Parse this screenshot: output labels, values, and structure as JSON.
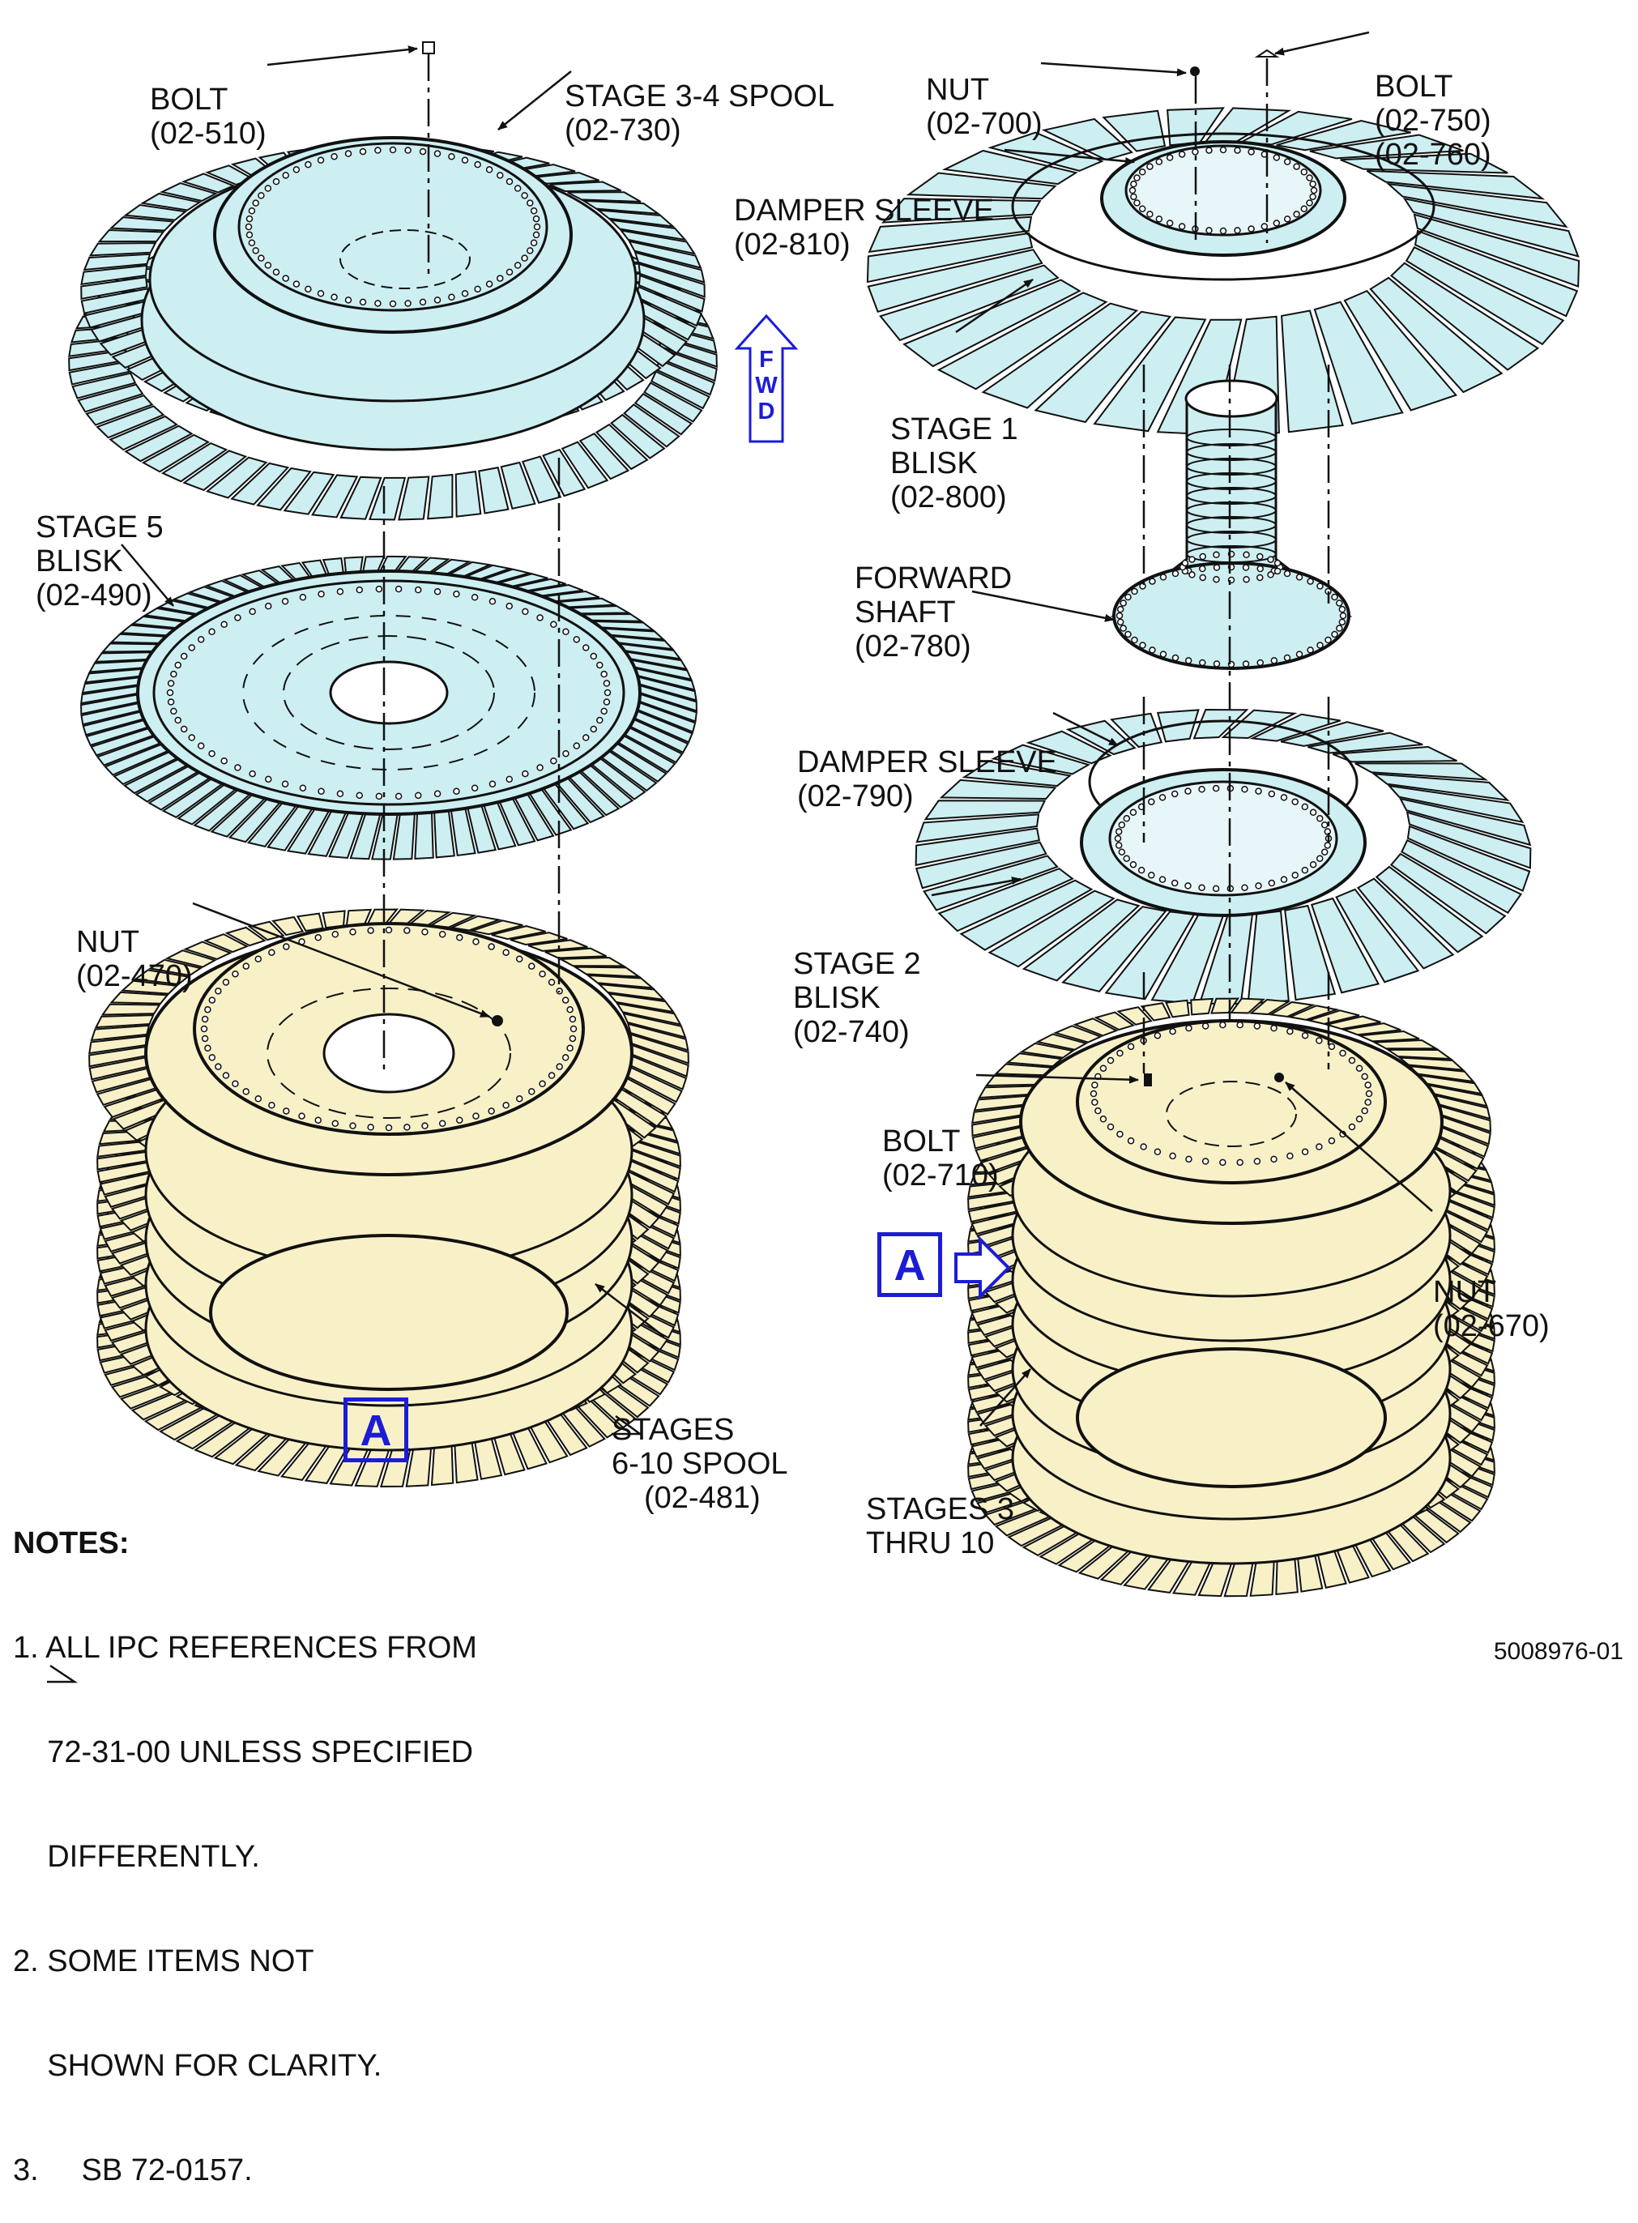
{
  "colors": {
    "blisk_fill": "#cdeff2",
    "spool_fill": "#f8f1c8",
    "outline": "#111111",
    "callout_blue": "#1c1cd6"
  },
  "callouts": {
    "bolt_510": [
      "BOLT",
      "(02-510)"
    ],
    "spool_730": [
      "STAGE 3-4 SPOOL",
      "(02-730)"
    ],
    "stage5": [
      "STAGE 5",
      "BLISK",
      "(02-490)"
    ],
    "nut_470": [
      "NUT",
      "(02-470)"
    ],
    "spool_481": [
      "STAGES",
      "6-10 SPOOL",
      "(02-481)"
    ],
    "nut_700": [
      "NUT",
      "(02-700)"
    ],
    "bolt_750": [
      "BOLT",
      "(02-750)",
      "(02-760)"
    ],
    "damper_810": [
      "DAMPER SLEEVE",
      "(02-810)"
    ],
    "stage1": [
      "STAGE 1",
      "BLISK",
      "(02-800)"
    ],
    "shaft_780": [
      "FORWARD",
      "SHAFT",
      "(02-780)"
    ],
    "damper_790": [
      "DAMPER SLEEVE",
      "(02-790)"
    ],
    "stage2": [
      "STAGE 2",
      "BLISK",
      "(02-740)"
    ],
    "bolt_710": [
      "BOLT",
      "(02-710)"
    ],
    "nut_670": [
      "NUT",
      "(02-670)"
    ],
    "stages_3_10": [
      "STAGES 3",
      "THRU 10"
    ]
  },
  "view_marker": "A",
  "fwd_letters": [
    "F",
    "W",
    "D"
  ],
  "notes": {
    "heading": "NOTES:",
    "lines": [
      "1. ALL IPC REFERENCES FROM",
      "    72-31-00 UNLESS SPECIFIED",
      "    DIFFERENTLY.",
      "2. SOME ITEMS NOT",
      "    SHOWN FOR CLARITY.",
      "3.     SB 72-0157."
    ]
  },
  "figure_number": "5008976-01"
}
